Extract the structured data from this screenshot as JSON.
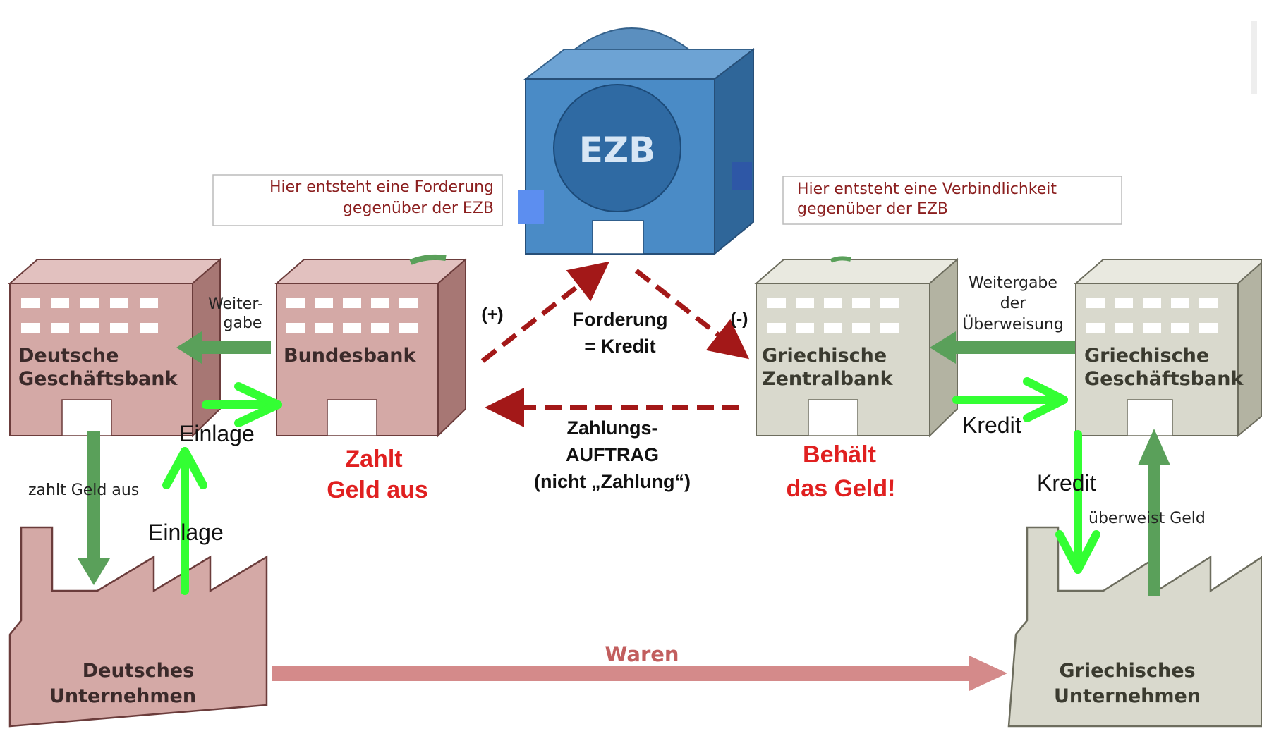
{
  "ezb": {
    "label": "EZB"
  },
  "callouts": {
    "left": {
      "line1": "Hier entsteht eine Forderung",
      "line2": "gegenüber der EZB"
    },
    "right": {
      "line1": "Hier entsteht eine Verbindlichkeit",
      "line2": "gegenüber der EZB"
    }
  },
  "buildings": {
    "deutsche_geschaeftsbank": {
      "line1": "Deutsche",
      "line2": "Geschäftsbank"
    },
    "bundesbank": {
      "line1": "Bundesbank"
    },
    "griechische_zentralbank": {
      "line1": "Griechische",
      "line2": "Zentralbank"
    },
    "griechische_geschaeftsbank": {
      "line1": "Griechische",
      "line2": "Geschäftsbank"
    }
  },
  "factories": {
    "deutsches_unternehmen": {
      "line1": "Deutsches",
      "line2": "Unternehmen"
    },
    "griechisches_unternehmen": {
      "line1": "Griechisches",
      "line2": "Unternehmen"
    }
  },
  "labels": {
    "weitergabe_left": {
      "line1": "Weiter-",
      "line2": "gabe"
    },
    "weitergabe_right": {
      "line1": "Weitergabe",
      "line2": "der",
      "line3": "Überweisung"
    },
    "einlage_top": "Einlage",
    "einlage_bottom": "Einlage",
    "zahlt_geld_aus": "zahlt Geld aus",
    "ueberweist_geld": "überweist Geld",
    "kredit_right": "Kredit",
    "kredit_down": "Kredit",
    "plus": "(+)",
    "minus": "(-)",
    "forderung": {
      "line1": "Forderung",
      "line2": "= Kredit"
    },
    "zahlungsauftrag": {
      "line1": "Zahlungs-",
      "line2": "AUFTRAG",
      "line3": "(nicht „Zahlung“)"
    },
    "zahlt_geld_aus_red": {
      "line1": "Zahlt",
      "line2": "Geld aus"
    },
    "behaelt_geld": {
      "line1": "Behält",
      "line2": "das Geld!"
    },
    "waren": "Waren"
  },
  "colors": {
    "german_building": "#d4a9a6",
    "greek_building": "#d9d9cd",
    "ezb_blue": "#3f7fb8",
    "green_bright": "#33ff33",
    "green_dark": "#5aa05a",
    "red_dashed": "#a31818",
    "red_text": "#e02020",
    "waren_arrow": "#d48a8a"
  }
}
